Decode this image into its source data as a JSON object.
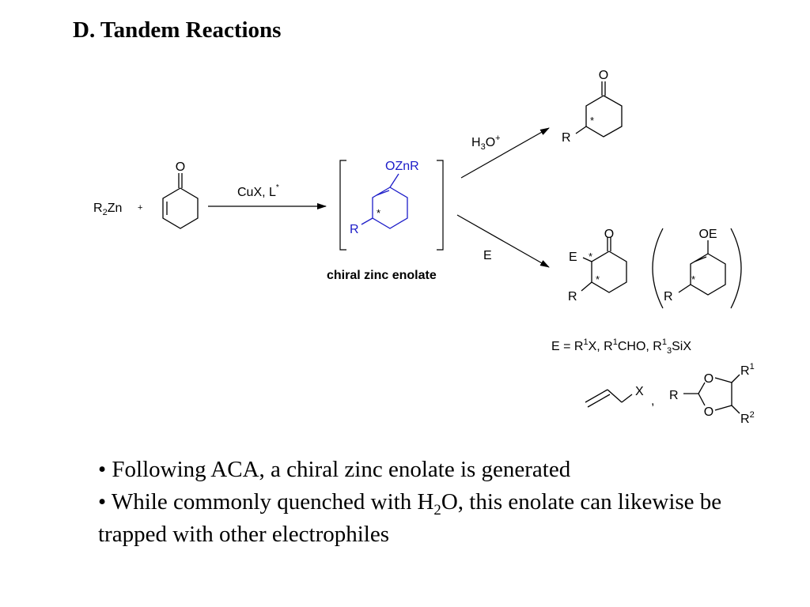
{
  "title": "D. Tandem Reactions",
  "scheme": {
    "reagent_r2zn_r": "R",
    "reagent_r2zn_sub": "2",
    "reagent_r2zn_zn": "Zn",
    "plus": "+",
    "ketone_oxygen": "O",
    "conditions_main": "CuX, L",
    "conditions_sup": "*",
    "enolate_group": "OZnR",
    "enolate_r": "R",
    "stereo_mark": "*",
    "enolate_caption": "chiral zinc enolate",
    "acid_h3o_h": "H",
    "acid_h3o_sub": "3",
    "acid_h3o_o": "O",
    "acid_h3o_sup": "+",
    "product_top_oxygen": "O",
    "product_top_r": "R",
    "electrophile_label": "E",
    "product_bottom_oxygen": "O",
    "product_bottom_e": "E",
    "product_bottom_r": "R",
    "silyl_group": "OE",
    "silyl_r": "R",
    "electrophile_definition": {
      "prefix": "E = R",
      "sup1": "1",
      "mid1": "X, R",
      "sup2": "1",
      "mid2": "CHO, R",
      "sup3": "1",
      "sub3": "3",
      "suffix": "SiX"
    },
    "allyl_x": "X",
    "comma": ",",
    "dioxolane_r": "R",
    "dioxolane_o_top": "O",
    "dioxolane_o_bottom": "O",
    "dioxolane_r1_base": "R",
    "dioxolane_r1_sup": "1",
    "dioxolane_r2_base": "R",
    "dioxolane_r2_sup": "2"
  },
  "bullets": {
    "line1": "• Following ACA, a chiral zinc enolate is generated",
    "line2_pre": "• While commonly quenched with H",
    "line2_sub": "2",
    "line2_post": "O, this enolate can likewise be trapped with other electrophiles"
  },
  "colors": {
    "text": "#000000",
    "enolate_blue": "#1c1cc8"
  }
}
